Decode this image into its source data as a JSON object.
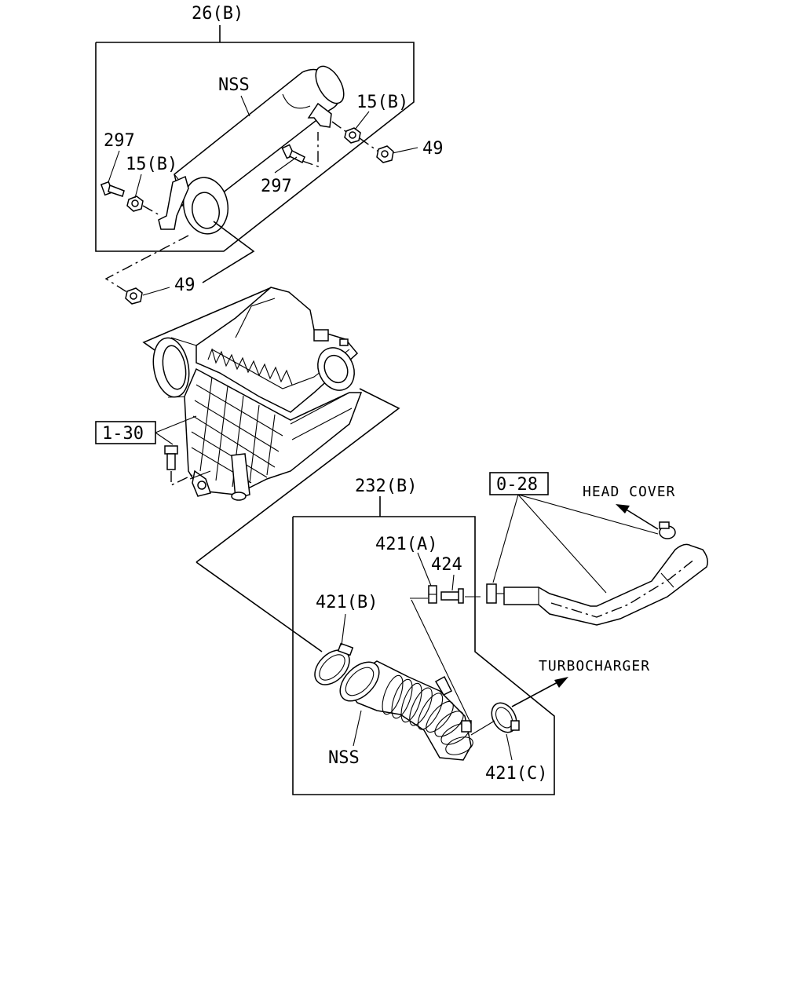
{
  "labels": {
    "air_duct_assembly": "26(B)",
    "nss_top": "NSS",
    "bolt_297_left": "297",
    "bolt_297_center": "297",
    "nut_15b_left": "15(B)",
    "nut_15b_right": "15(B)",
    "nut_49_right": "49",
    "nut_49_bottom": "49",
    "ref_1_30": "1-30",
    "hose_assembly": "232(B)",
    "ref_0_28": "0-28",
    "head_cover": "HEAD COVER",
    "fitting_421a": "421(A)",
    "fitting_424": "424",
    "clamp_421b": "421(B)",
    "turbocharger": "TURBOCHARGER",
    "nss_bottom": "NSS",
    "clamp_421c": "421(C)"
  },
  "colors": {
    "line": "#000000",
    "background": "#ffffff"
  }
}
